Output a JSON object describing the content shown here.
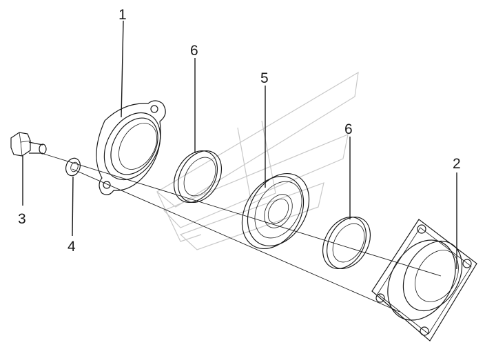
{
  "callouts": [
    {
      "id": "1",
      "label": "1"
    },
    {
      "id": "2",
      "label": "2"
    },
    {
      "id": "3",
      "label": "3"
    },
    {
      "id": "4",
      "label": "4"
    },
    {
      "id": "5",
      "label": "5"
    },
    {
      "id": "6a",
      "label": "6"
    },
    {
      "id": "6b",
      "label": "6"
    }
  ]
}
